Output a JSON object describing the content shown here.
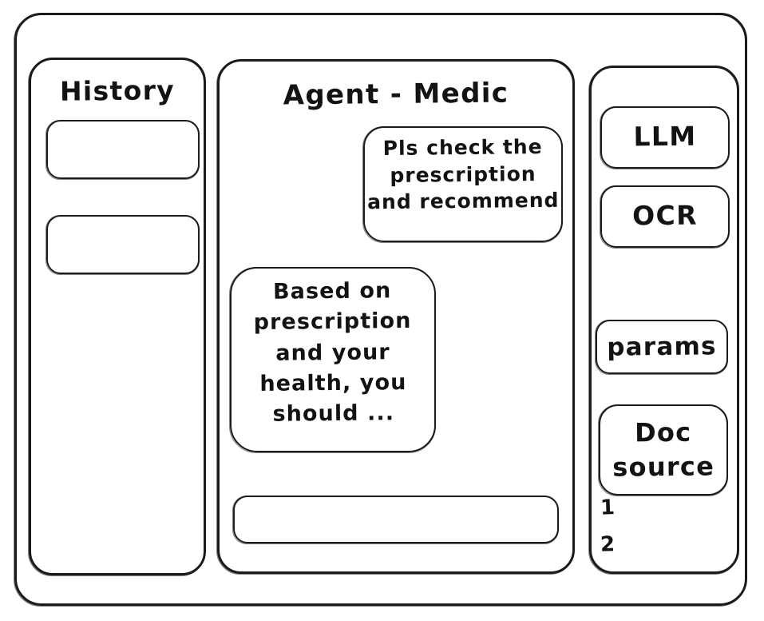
{
  "app": {
    "style": "hand-drawn-wireframe",
    "stroke_color": "#1b1b1b",
    "background_color": "#ffffff"
  },
  "sidebar_left": {
    "title": "History",
    "items": [
      {
        "label": "",
        "name": "history-item-1"
      },
      {
        "label": "",
        "name": "history-item-2"
      }
    ]
  },
  "main": {
    "title": "Agent - Medic",
    "messages": [
      {
        "role": "user",
        "text": "Pls check the\nprescription\nand recommend"
      },
      {
        "role": "assistant",
        "text": "Based on\nprescription\nand your\nhealth, you\nshould ..."
      }
    ],
    "composer": {
      "value": "",
      "placeholder": ""
    }
  },
  "sidebar_right": {
    "buttons": [
      {
        "label": "LLM",
        "name": "llm-button"
      },
      {
        "label": "OCR",
        "name": "ocr-button"
      },
      {
        "label": "params",
        "name": "params-button"
      }
    ],
    "doc_source": {
      "label": "Doc\nsource",
      "items": [
        "1",
        "2"
      ]
    }
  }
}
